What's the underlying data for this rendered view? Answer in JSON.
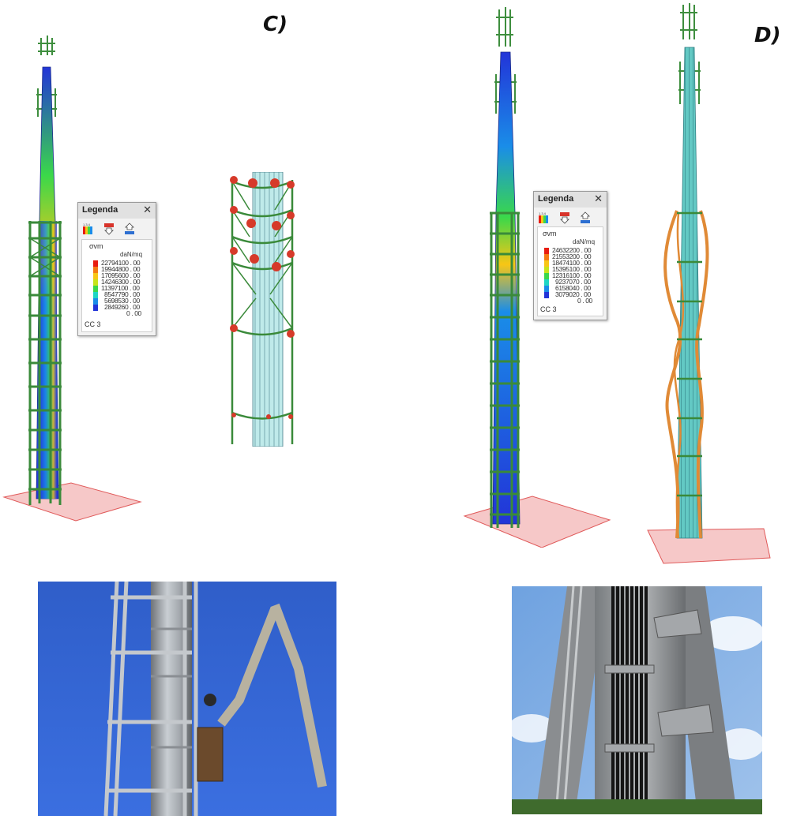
{
  "panels": {
    "left_label": "C)",
    "right_label": "D)"
  },
  "legend_c": {
    "title": "Legenda",
    "close_icon": "close-icon",
    "tool_icons": [
      "color-scale-icon",
      "download-icon",
      "upload-icon"
    ],
    "symbol": "σvm",
    "unit": "daN/mq",
    "values": [
      "22794100 . 00",
      "19944800 . 00",
      "17095600 . 00",
      "14246300 . 00",
      "11397100 . 00",
      "8547790 . 00",
      "5698530 . 00",
      "2849260 . 00",
      "0 . 00"
    ],
    "load_case": "CC 3"
  },
  "legend_d": {
    "title": "Legenda",
    "close_icon": "close-icon",
    "tool_icons": [
      "color-scale-icon",
      "download-icon",
      "upload-icon"
    ],
    "symbol": "σvm",
    "unit": "daN/mq",
    "values": [
      "24632200 . 00",
      "21553200 . 00",
      "18474100 . 00",
      "15395100 . 00",
      "12316100 . 00",
      "9237070 . 00",
      "6158040 . 00",
      "3079020 . 00",
      "0 . 00"
    ],
    "load_case": "CC 3"
  },
  "scale_colors": [
    "#e81c10",
    "#f47a12",
    "#f8c615",
    "#c6e41a",
    "#3ad84a",
    "#1ed6c4",
    "#1a8de8",
    "#2234d8",
    "#ffffff"
  ]
}
